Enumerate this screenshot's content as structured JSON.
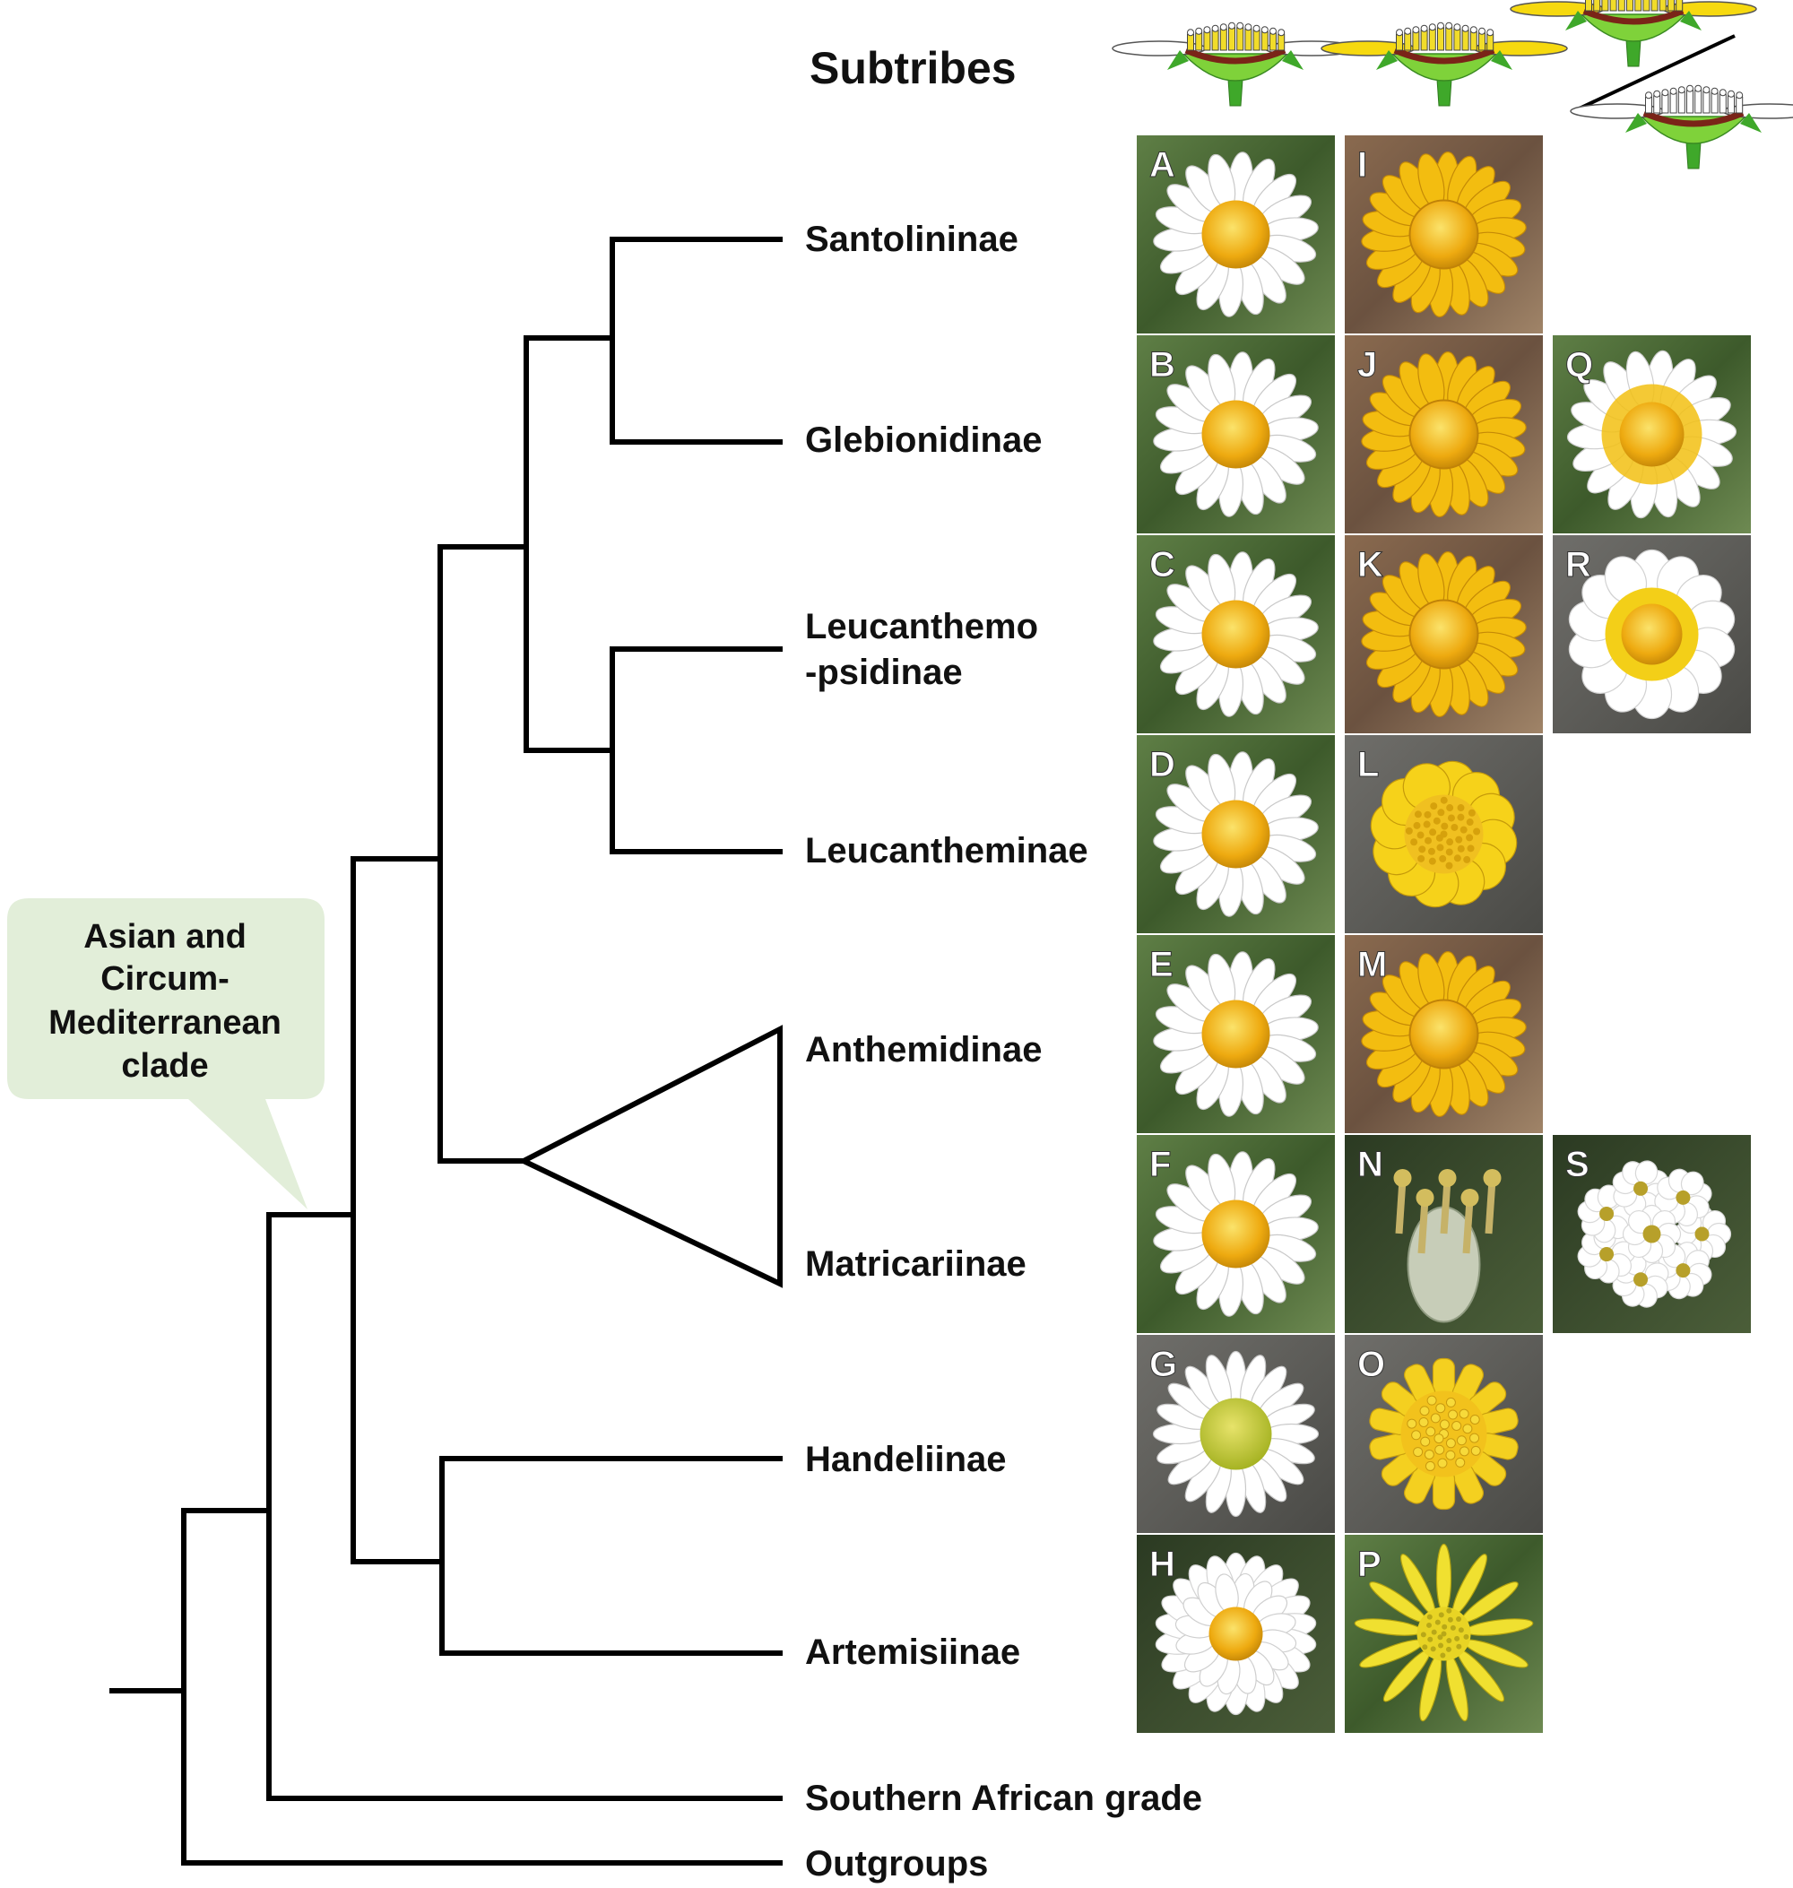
{
  "header": {
    "title": "Subtribes"
  },
  "callout": {
    "lines": [
      "Asian and",
      "Circum-",
      "Mediterranean",
      "clade"
    ],
    "fill": "#e2eed9"
  },
  "taxa": [
    {
      "id": "santolininae",
      "lines": [
        "Santolininae"
      ]
    },
    {
      "id": "glebionidinae",
      "lines": [
        "Glebionidinae"
      ]
    },
    {
      "id": "leucanthemopsidinae",
      "lines": [
        "Leucanthemo",
        "-psidinae"
      ]
    },
    {
      "id": "leucantheminae",
      "lines": [
        "Leucantheminae"
      ]
    },
    {
      "id": "anthemidinae",
      "lines": [
        "Anthemidinae"
      ]
    },
    {
      "id": "matricariinae",
      "lines": [
        "Matricariinae"
      ]
    },
    {
      "id": "handeliinae",
      "lines": [
        "Handeliinae"
      ]
    },
    {
      "id": "artemisiinae",
      "lines": [
        "Artemisiinae"
      ]
    },
    {
      "id": "southern-african",
      "lines": [
        "Southern African grade"
      ]
    },
    {
      "id": "outgroups",
      "lines": [
        "Outgroups"
      ]
    }
  ],
  "photo_grid": {
    "rows": [
      [
        {
          "letter": "A",
          "type": "white"
        },
        {
          "letter": "I",
          "type": "yellow"
        },
        null
      ],
      [
        {
          "letter": "B",
          "type": "white"
        },
        {
          "letter": "J",
          "type": "yellow"
        },
        {
          "letter": "Q",
          "type": "white-yellow-base"
        }
      ],
      [
        {
          "letter": "C",
          "type": "white"
        },
        {
          "letter": "K",
          "type": "yellow"
        },
        {
          "letter": "R",
          "type": "white-big-disc"
        }
      ],
      [
        {
          "letter": "D",
          "type": "white"
        },
        {
          "letter": "L",
          "type": "yellow-round"
        },
        null
      ],
      [
        {
          "letter": "E",
          "type": "white"
        },
        {
          "letter": "M",
          "type": "yellow"
        },
        null
      ],
      [
        {
          "letter": "F",
          "type": "white"
        },
        {
          "letter": "N",
          "type": "discoid"
        },
        {
          "letter": "S",
          "type": "white-cluster"
        }
      ],
      [
        {
          "letter": "G",
          "type": "white-green"
        },
        {
          "letter": "O",
          "type": "yellow-tubular"
        },
        null
      ],
      [
        {
          "letter": "H",
          "type": "white-double"
        },
        {
          "letter": "P",
          "type": "yellow-thin"
        },
        null
      ]
    ]
  },
  "colors": {
    "ray_white": "#ffffff",
    "ray_yellow": "#f3bd10",
    "disc": "#f0b010",
    "stem": "#3fa82a",
    "receptacle": "#7fd23a"
  }
}
